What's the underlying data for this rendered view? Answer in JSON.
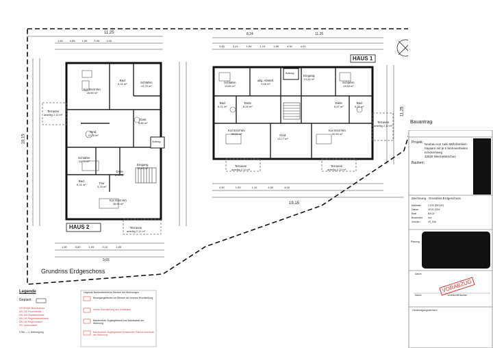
{
  "plan": {
    "haus1": "HAUS 1",
    "haus2": "HAUS 2",
    "grundriss_title": "Grundriss Erdgeschoss",
    "north_marker": "N",
    "dims": {
      "top_total_left": "11,25",
      "top_total_right_a": "8,24",
      "top_total_right_b": "11,25",
      "left_side_total": "19,15",
      "bottom_total_right": "19,15",
      "right_side_total": "11,25",
      "bottom_left_total": "9,65",
      "row_top_a": [
        "1,60",
        "4,85",
        "1,55",
        "3,00",
        "1,65"
      ],
      "row_top_b": [
        "4,00",
        "3,24",
        "1,90",
        "1,15",
        "1,80",
        "4,50",
        "4,00"
      ],
      "row_bottom_a": [
        "1,50",
        "5,80",
        "1,05",
        "3,10",
        "1,85"
      ],
      "row_bottom_b": [
        "4,50",
        "1,90",
        "1,15",
        "4,50",
        "4,00"
      ]
    },
    "rooms": [
      {
        "id": "h2-bad-top",
        "label": "Bad",
        "area": "6,21 m²"
      },
      {
        "id": "h2-schlafen-top",
        "label": "Schlafen",
        "area": "13,75 m²"
      },
      {
        "id": "h2-kor-top",
        "label": "Kor Esst Wo",
        "area": "28,95 m²"
      },
      {
        "id": "h2-kind-top",
        "label": "Kind",
        "area": "13,78 m²"
      },
      {
        "id": "h2-gast",
        "label": "Gast",
        "area": "8,85 m²"
      },
      {
        "id": "h2-schlafen-mid",
        "label": "Schlafen",
        "area": "13,76 m²"
      },
      {
        "id": "h2-bad-bottom",
        "label": "Bad",
        "area": "6,21 m²"
      },
      {
        "id": "h2-flur",
        "label": "Flur",
        "area": "3,78 m²"
      },
      {
        "id": "h2-diele",
        "label": "Diele",
        "area": "8,26 m²"
      },
      {
        "id": "h2-eingang",
        "label": "Eingang",
        "area": "10,43 m²"
      },
      {
        "id": "h2-kor-bottom",
        "label": "Kor Esst Wo",
        "area": "28,95 m²"
      },
      {
        "id": "h2-terrasse-left",
        "label": "Terrasse",
        "area": "anteilig 2,11 m²"
      },
      {
        "id": "h2-terrasse-bottom",
        "label": "Terrasse",
        "area": "anteilig 2,11 m²"
      },
      {
        "id": "h1-schlafen-l",
        "label": "Schlafen",
        "area": "13,60 m²"
      },
      {
        "id": "h1-abstell",
        "label": "allg. Abstell.",
        "area": "9,66 m²"
      },
      {
        "id": "h1-eingang",
        "label": "Eingang",
        "area": "14,41 m²"
      },
      {
        "id": "h1-schlafen-r",
        "label": "Schlafen",
        "area": "13,60 m²"
      },
      {
        "id": "h1-bad-l",
        "label": "Bad",
        "area": "6,21 m²"
      },
      {
        "id": "h1-diele-l",
        "label": "Diele",
        "area": "8,26 m²"
      },
      {
        "id": "h1-kor-l",
        "label": "Kor Esst Wo",
        "area": "30,98 m²"
      },
      {
        "id": "h1-kind",
        "label": "Kind",
        "area": "13,77 m²"
      },
      {
        "id": "h1-diele-r",
        "label": "Diele",
        "area": "8,87 m²"
      },
      {
        "id": "h1-bad-r",
        "label": "Bad",
        "area": "6,21 m²"
      },
      {
        "id": "h1-kor-r",
        "label": "Kor Esst Wo",
        "area": "30,98 m²"
      },
      {
        "id": "h1-terrasse-bl",
        "label": "Terrasse",
        "area": "anteilig 2,11 m²"
      },
      {
        "id": "h1-terrasse-br",
        "label": "Terrasse",
        "area": "anteilig 2,11 m²"
      },
      {
        "id": "h1-terrasse-r",
        "label": "Terrasse",
        "area": "anteilig 2,11 m²"
      }
    ],
    "aufzug": "Aufzug"
  },
  "legend": {
    "title": "Legende",
    "gepl": "Geplant",
    "items": [
      "LEGENDE Brandschutz",
      "DN 100 Feuermelder",
      "DN 100 Abwasserkanal",
      "DN 150 Regenwasserkanal",
      "DN 150 Regenwasser",
      "RS: Lichtschacht"
    ],
    "note": "5.5M — 1. Befestigung"
  },
  "center_legend": {
    "header": "Legende Barrierefreiheit im Bereich der Wohnungen",
    "items": [
      "Bewegungsflächen im Bereich der inneren Erschließung",
      "Innere Erschließung aus Gebäuden",
      "Barrierefreie Zugänglichkeit und Nutzbarkeit der Wohnung",
      "Barrierefreie Zugänglichkeit bestimmter Räume innerhalb der Wohnung"
    ]
  },
  "titleblock": {
    "bauantrag": "Bauantrag",
    "projekt_label": "Projekt:",
    "projekt_lines": [
      "Neubau von zwei Mehrfamilien-",
      "häusern mit je 5 Wohneinheiten",
      "Kreckersweg",
      "42929 Wermelskirchen"
    ],
    "bauherr_label": "Bauherr:",
    "zeichnung_label": "Zeichnung",
    "zeichnung_value": "Grundriss Erdgeschoss",
    "meta": [
      {
        "k": "Maßstab",
        "v": "1:100 (DIN A2)"
      },
      {
        "k": "Datum",
        "v": "15.01.2024"
      },
      {
        "k": "Blatt",
        "v": "BA 02"
      },
      {
        "k": "Bearbeiter",
        "v": "mvl"
      },
      {
        "k": "Zeichen",
        "v": "20_006"
      }
    ],
    "planung_label": "Planung",
    "stamp": "VORABZUG",
    "sign_left": "Datum",
    "sign_mid": "Unterschrift Bauherr",
    "sign_bottom_left": "Datum",
    "genehmigung": "Genehmigungsvermerk"
  }
}
